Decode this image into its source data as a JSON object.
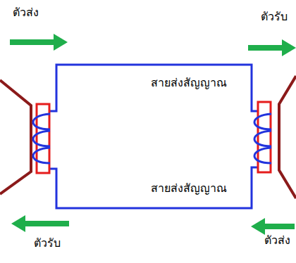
{
  "diagram": {
    "labels": [
      "ตัวส่ง",
      "ตัวรับ",
      "สายส่งสัญญาณ",
      "สายส่งสัญญาณ",
      "ตัวรับ",
      "ตัวส่ง"
    ]
  }
}
